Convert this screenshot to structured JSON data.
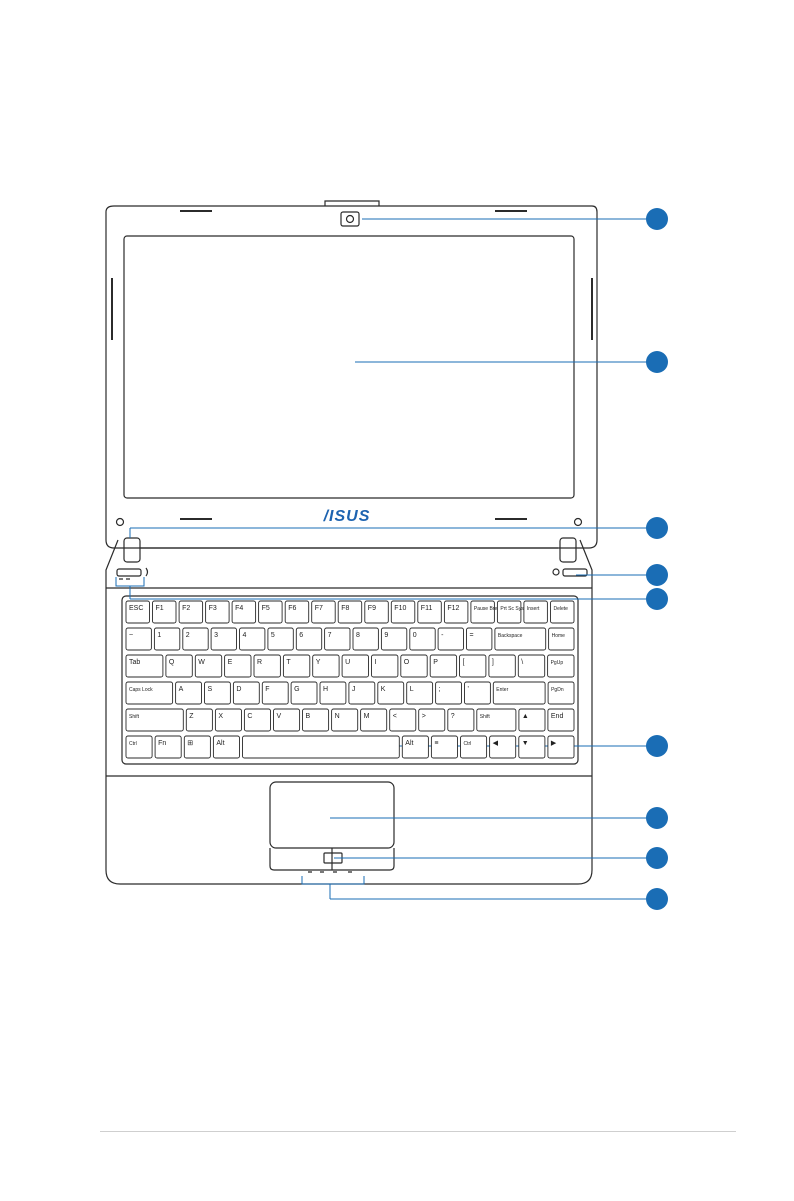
{
  "brand": "/ISUS",
  "accent_color": "#1a6db5",
  "callouts": [
    {
      "part": "camera"
    },
    {
      "part": "display"
    },
    {
      "part": "speaker"
    },
    {
      "part": "power-switch"
    },
    {
      "part": "status-indicators"
    },
    {
      "part": "keyboard"
    },
    {
      "part": "touchpad"
    },
    {
      "part": "touchpad-buttons"
    },
    {
      "part": "drive-indicators"
    }
  ],
  "keyboard": {
    "rows": [
      [
        "ESC",
        "F1",
        "F2",
        "F3",
        "F4",
        "F5",
        "F6",
        "F7",
        "F8",
        "F9",
        "F10",
        "F11",
        "F12",
        "Pause Break",
        "Prt Sc SysRq",
        "Insert",
        "Delete"
      ],
      [
        "~",
        "1",
        "2",
        "3",
        "4",
        "5",
        "6",
        "7",
        "8",
        "9",
        "0",
        "-",
        "=",
        "Backspace",
        "Home"
      ],
      [
        "Tab",
        "Q",
        "W",
        "E",
        "R",
        "T",
        "Y",
        "U",
        "I",
        "O",
        "P",
        "[",
        "]",
        "\\",
        "PgUp"
      ],
      [
        "Caps Lock",
        "A",
        "S",
        "D",
        "F",
        "G",
        "H",
        "J",
        "K",
        "L",
        ";",
        "'",
        "Enter",
        "PgDn"
      ],
      [
        "Shift",
        "Z",
        "X",
        "C",
        "V",
        "B",
        "N",
        "M",
        "<",
        ">",
        "?",
        "Shift",
        "▲",
        "End"
      ],
      [
        "Ctrl",
        "Fn",
        "⊞",
        "Alt",
        "",
        "Alt",
        "≡",
        "Ctrl",
        "◀",
        "▼",
        "▶"
      ]
    ]
  }
}
